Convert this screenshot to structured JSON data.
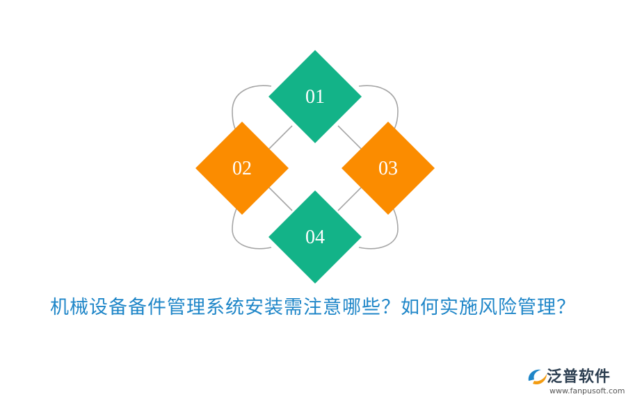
{
  "diagram": {
    "nodes": [
      {
        "id": "n1",
        "label": "01",
        "color": "#13b388"
      },
      {
        "id": "n2",
        "label": "02",
        "color": "#fb8c00"
      },
      {
        "id": "n3",
        "label": "03",
        "color": "#fb8c00"
      },
      {
        "id": "n4",
        "label": "04",
        "color": "#13b388"
      }
    ],
    "connector_color": "#a5a5a5"
  },
  "title": "机械设备备件管理系统安装需注意哪些？如何实施风险管理？",
  "title_color": "#1f86c8",
  "logo": {
    "name": "泛普软件",
    "url": "www.fanpusoft.com"
  }
}
